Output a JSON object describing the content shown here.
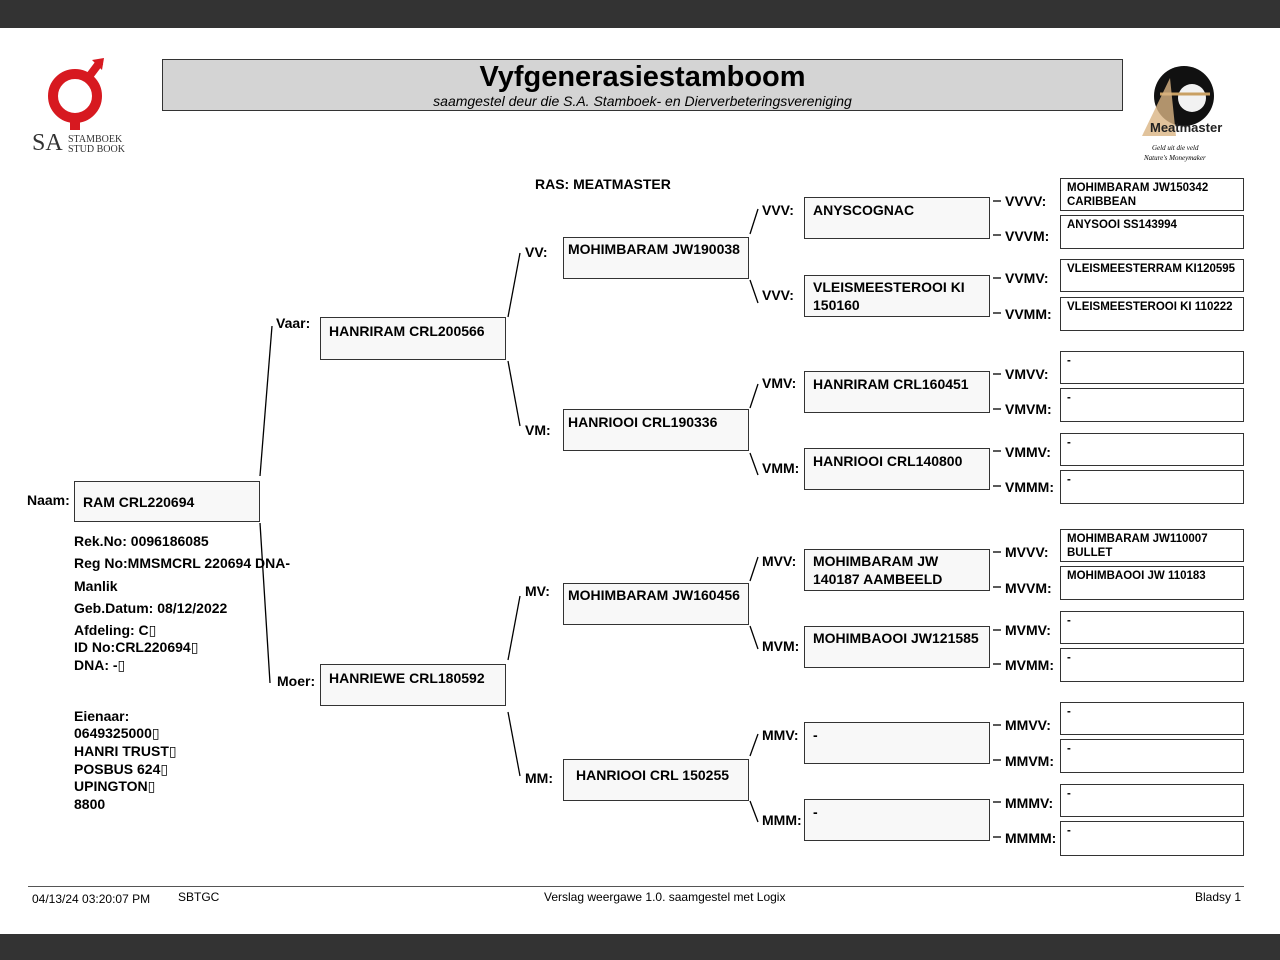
{
  "header": {
    "title": "Vyfgenerasiestamboom",
    "subtitle": "saamgestel deur die S.A. Stamboek- en Dierverbeteringsvereniging",
    "sa_logo_line1": "STAMBOEK",
    "sa_logo_line2": "STUD BOOK",
    "sa_logo_letters": "SA",
    "mm_logo_text": "Meatmaster",
    "mm_logo_tag1": "Geld uit die veld",
    "mm_logo_tag2": "Nature's Moneymaker"
  },
  "breed": "RAS: MEATMASTER",
  "animal": {
    "name_label": "Naam:",
    "name": "RAM CRL220694",
    "rek_no": "Rek.No: 0096186085",
    "reg_no": "Reg No:MMSMCRL 220694 DNA-",
    "sex": "Manlik",
    "birth": "Geb.Datum: 08/12/2022",
    "afdeling": "Afdeling: C▯",
    "id_no": "ID No:CRL220694▯",
    "dna": "DNA: -▯",
    "owner_label": "Eienaar:",
    "owner_lines": [
      "0649325000▯",
      "HANRI TRUST▯",
      "POSBUS 624▯",
      "UPINGTON▯",
      "8800"
    ]
  },
  "gen1": {
    "vaar_label": "Vaar:",
    "vaar": "HANRIRAM CRL200566",
    "moer_label": "Moer:",
    "moer": "HANRIEWE CRL180592"
  },
  "gen2": {
    "vv_label": "VV:",
    "vv": "MOHIMBARAM JW190038",
    "vm_label": "VM:",
    "vm": "HANRIOOI CRL190336",
    "mv_label": "MV:",
    "mv": "MOHIMBARAM JW160456",
    "mm_label": "MM:",
    "mm": "HANRIOOI CRL 150255"
  },
  "gen3": {
    "vvv_label": "VVV:",
    "vvv": "ANYSCOGNAC",
    "vvm_label": "VVV:",
    "vvm": "VLEISMEESTEROOI KI 150160",
    "vmv_label": "VMV:",
    "vmv": "HANRIRAM CRL160451",
    "vmm_label": "VMM:",
    "vmm": "HANRIOOI CRL140800",
    "mvv_label": "MVV:",
    "mvv": "MOHIMBARAM JW 140187 AAMBEELD",
    "mvm_label": "MVM:",
    "mvm": "MOHIMBAOOI JW121585",
    "mmv_label": "MMV:",
    "mmv": "-",
    "mmm_label": "MMM:",
    "mmm": "-"
  },
  "gen4": [
    {
      "label": "VVVV:",
      "value": "MOHIMBARAM JW150342 CARIBBEAN"
    },
    {
      "label": "VVVM:",
      "value": "ANYSOOI SS143994"
    },
    {
      "label": "VVMV:",
      "value": "VLEISMEESTERRAM KI120595"
    },
    {
      "label": "VVMM:",
      "value": "VLEISMEESTEROOI KI 110222"
    },
    {
      "label": "VMVV:",
      "value": "-"
    },
    {
      "label": "VMVM:",
      "value": "-"
    },
    {
      "label": "VMMV:",
      "value": "-"
    },
    {
      "label": "VMMM:",
      "value": "-"
    },
    {
      "label": "MVVV:",
      "value": "MOHIMBARAM JW110007 BULLET"
    },
    {
      "label": "MVVM:",
      "value": "MOHIMBAOOI JW 110183"
    },
    {
      "label": "MVMV:",
      "value": "-"
    },
    {
      "label": "MVMM:",
      "value": "-"
    },
    {
      "label": "MMVV:",
      "value": "-"
    },
    {
      "label": "MMVM:",
      "value": "-"
    },
    {
      "label": "MMMV:",
      "value": "-"
    },
    {
      "label": "MMMM:",
      "value": "-"
    }
  ],
  "footer": {
    "timestamp": "04/13/24 03:20:07 PM",
    "code": "SBTGC",
    "report": "Verslag weergawe 1.0. saamgestel met Logix",
    "page": "Bladsy 1"
  }
}
